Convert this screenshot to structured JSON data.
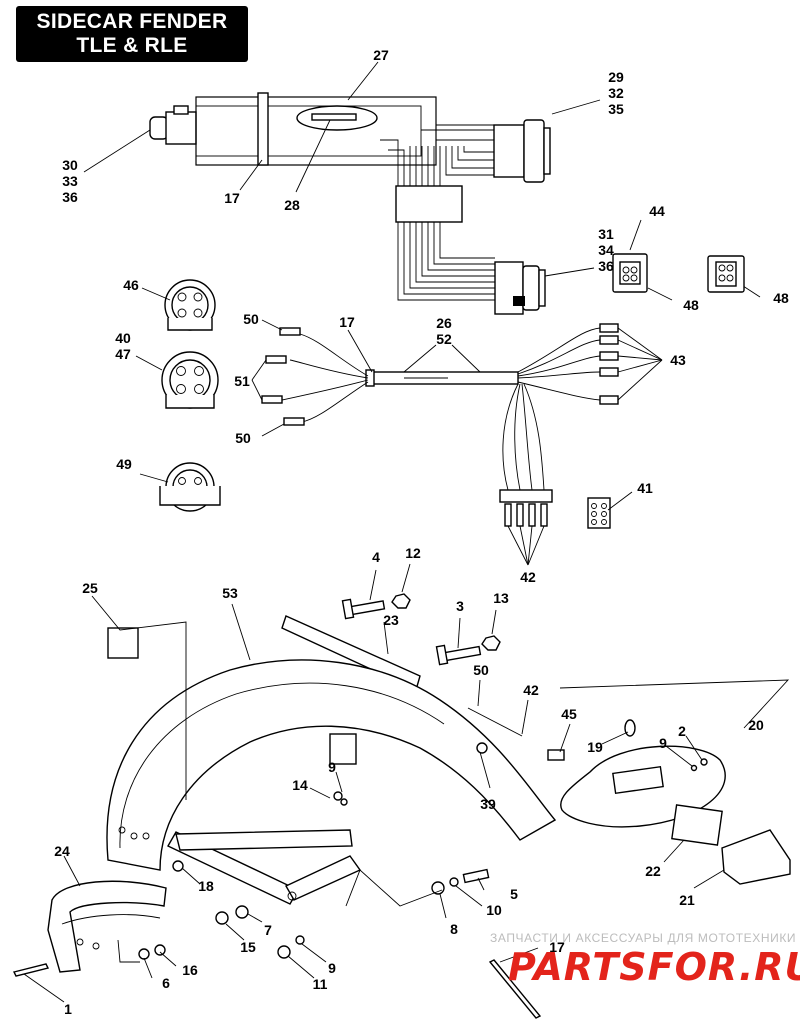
{
  "title": {
    "line1": "SIDECAR FENDER",
    "line2": "TLE & RLE"
  },
  "callouts": {
    "c27": "27",
    "c29": "29",
    "c32": "32",
    "c35": "35",
    "c30": "30",
    "c33": "33",
    "c36a": "36",
    "c17a": "17",
    "c28": "28",
    "c31": "31",
    "c34": "34",
    "c36b": "36",
    "c44": "44",
    "c48a": "48",
    "c48b": "48",
    "c46": "46",
    "c40": "40",
    "c47": "47",
    "c50a": "50",
    "c17b": "17",
    "c26": "26",
    "c52": "52",
    "c43": "43",
    "c51": "51",
    "c50b": "50",
    "c49": "49",
    "c41": "41",
    "c42a": "42",
    "c4": "4",
    "c12": "12",
    "c3": "3",
    "c13": "13",
    "c25": "25",
    "c53": "53",
    "c23": "23",
    "c50c": "50",
    "c42b": "42",
    "c45": "45",
    "c20": "20",
    "c19": "19",
    "c9a": "9",
    "c2": "2",
    "c14": "14",
    "c9b": "9",
    "c39": "39",
    "c22": "22",
    "c21": "21",
    "c24": "24",
    "c18": "18",
    "c5": "5",
    "c10": "10",
    "c8": "8",
    "c7": "7",
    "c15": "15",
    "c9c": "9",
    "c11": "11",
    "c6": "6",
    "c16": "16",
    "c1": "1",
    "c17c": "17"
  },
  "watermark": {
    "caption": "ЗАПЧАСТИ И АКСЕССУАРЫ ДЛЯ МОТОТЕХНИКИ",
    "brand": "PARTSFOR.RU"
  }
}
